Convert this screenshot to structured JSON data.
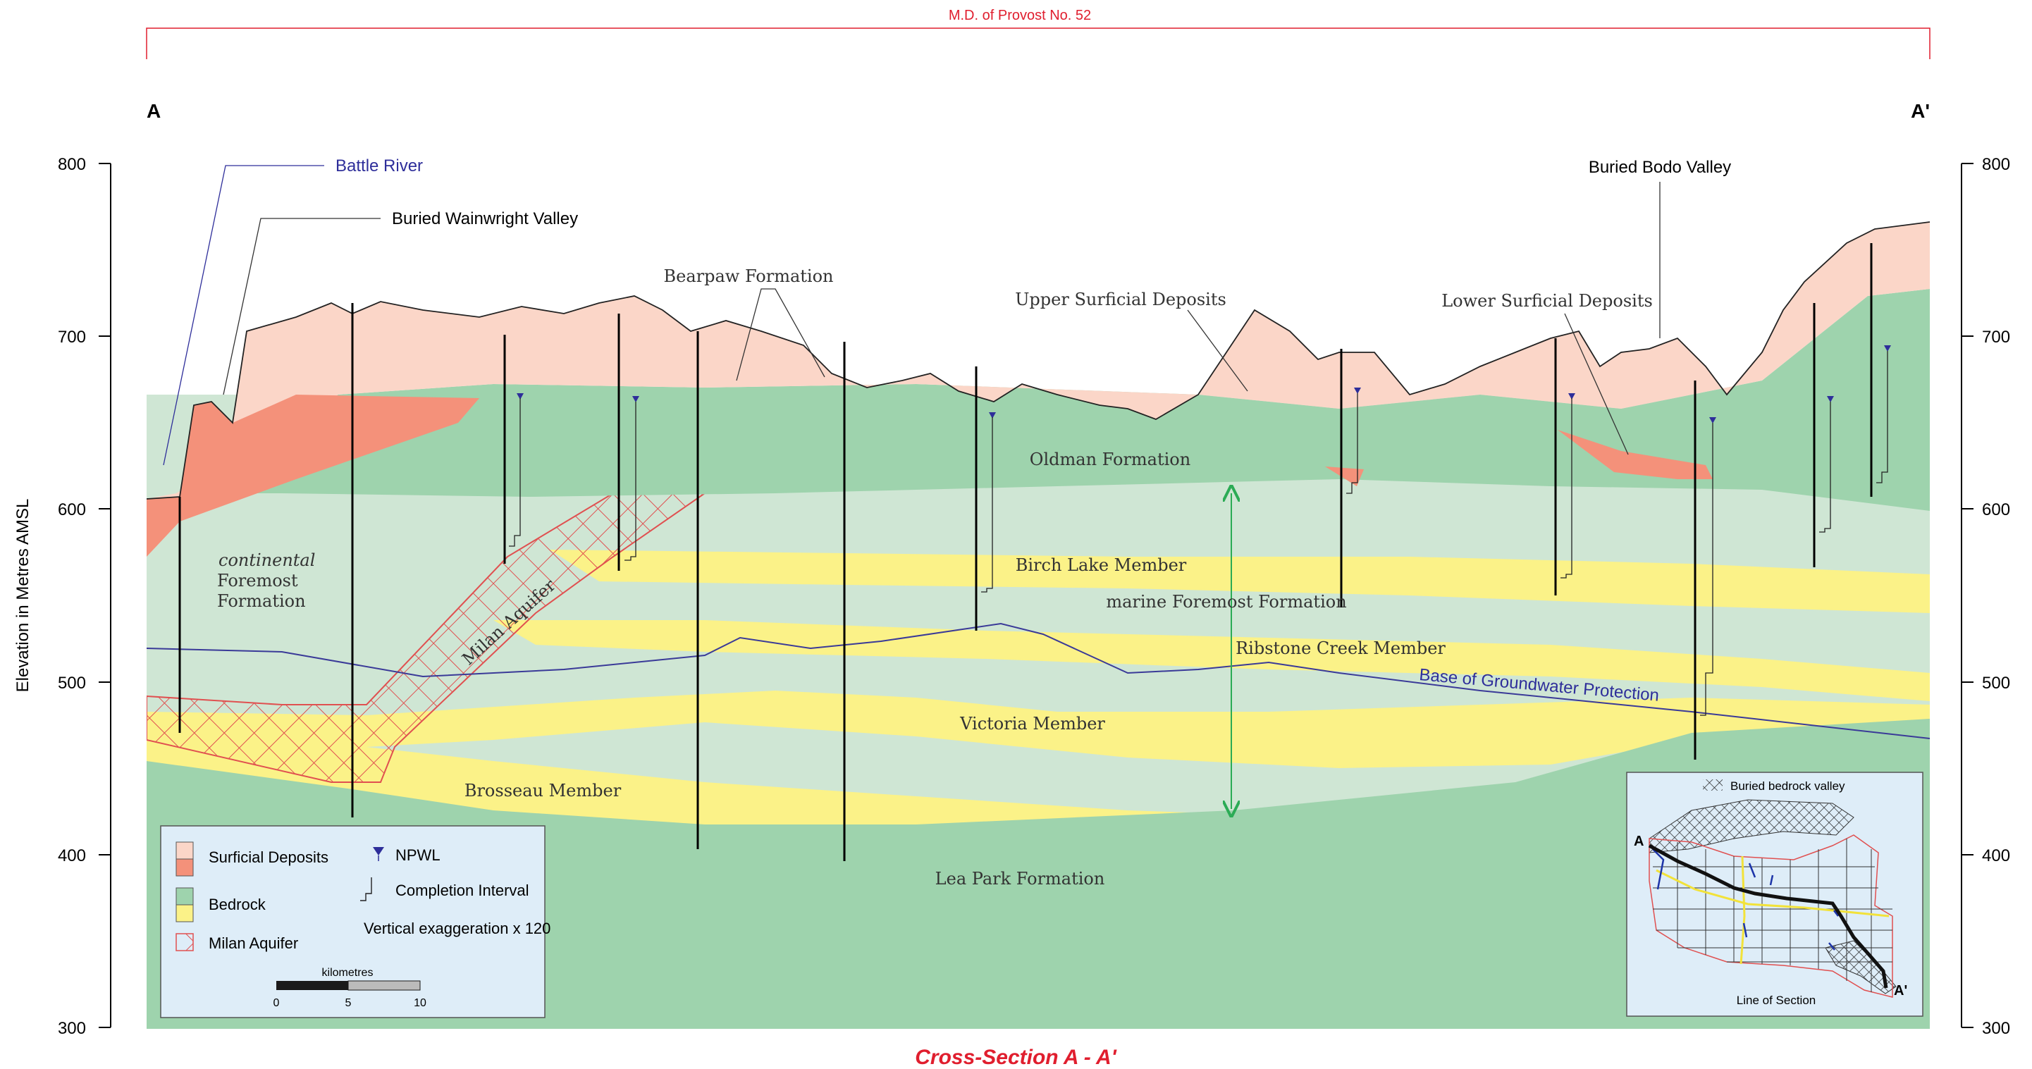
{
  "header": {
    "municipality": "M.D. of Provost No. 52",
    "end_left": "A",
    "end_right": "A'"
  },
  "axis": {
    "label": "Elevation in Metres AMSL",
    "ticks": [
      "800",
      "700",
      "600",
      "500",
      "400",
      "300"
    ]
  },
  "labels": {
    "battle_river": "Battle River",
    "wainwright": "Buried Wainwright Valley",
    "bodo": "Buried Bodo Valley",
    "bearpaw": "Bearpaw Formation",
    "upper_surficial": "Upper Surficial Deposits",
    "lower_surficial": "Lower Surficial Deposits",
    "oldman": "Oldman Formation",
    "continental_1": "continental",
    "continental_2": "Foremost",
    "continental_3": "Formation",
    "birch_lake": "Birch Lake Member",
    "marine_foremost": "marine Foremost Formation",
    "ribstone": "Ribstone Creek Member",
    "base_gw": "Base of Groundwater Protection",
    "victoria": "Victoria Member",
    "brosseau": "Brosseau Member",
    "lea_park": "Lea Park Formation",
    "milan": "Milan Aquifer"
  },
  "legend": {
    "surficial": "Surficial Deposits",
    "bedrock": "Bedrock",
    "milan": "Milan Aquifer",
    "npwl": "NPWL",
    "completion": "Completion Interval",
    "exaggeration": "Vertical exaggeration x 120",
    "scale_title": "kilometres",
    "scale_ticks": [
      "0",
      "5",
      "10"
    ]
  },
  "inset": {
    "legend": "Buried bedrock valley",
    "caption": "Line of Section",
    "end_a": "A",
    "end_a2": "A'"
  },
  "footer": {
    "title": "Cross-Section A - A'"
  },
  "colors": {
    "surficial_upper": "#fbd6c8",
    "surficial_lower": "#f4917a",
    "bedrock_dark": "#9ed3ad",
    "bedrock_light": "#cfe6d4",
    "sand_yellow": "#fbf288",
    "aquifer_hatch": "#e05050",
    "river_blue": "#2e2e9a",
    "groundwater_line": "#3a3a98",
    "arrow_green": "#2bab55",
    "title_red": "#e01e2e",
    "legend_bg": "#deedf8"
  }
}
